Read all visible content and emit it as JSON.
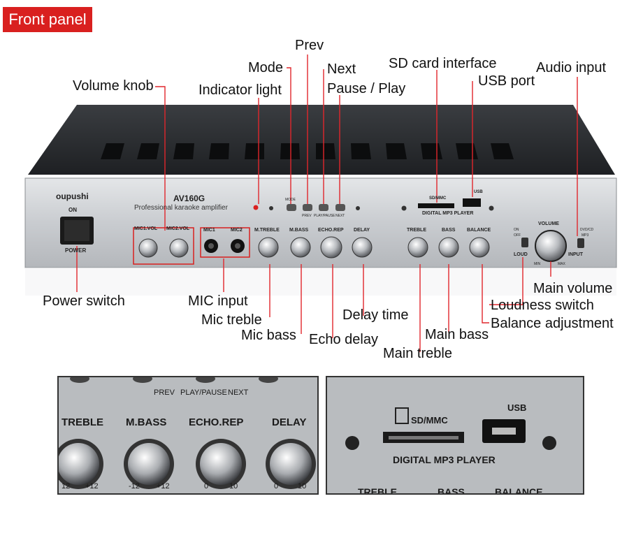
{
  "badge": "Front panel",
  "panel": {
    "brand": "oupushi",
    "model": "AV160G",
    "subtitle": "Professional karaoke amplifier",
    "on_text": "ON",
    "power_text": "POWER",
    "mic1_vol": "MIC1.VOL",
    "mic2_vol": "MIC2.VOL",
    "mic1": "MIC1",
    "mic2": "MIC2",
    "m_treble": "M.TREBLE",
    "m_bass": "M.BASS",
    "echo_rep": "ECHO.REP",
    "delay": "DELAY",
    "treble": "TREBLE",
    "bass": "BASS",
    "balance": "BALANCE",
    "volume": "VOLUME",
    "mode": "MODE",
    "prev": "PREV",
    "play_pause": "PLAY/PAUSE",
    "next": "NEXT",
    "sd_mmc": "SD/MMC",
    "usb": "USB",
    "mp3_player": "DIGITAL MP3 PLAYER",
    "input": "INPUT",
    "loud": "LOUD",
    "dvd_cd": "DVD/CD",
    "mp3": "MP3",
    "min": "MIN",
    "max": "MAX",
    "on_small": "ON",
    "off_small": "OFF"
  },
  "callouts": {
    "prev": "Prev",
    "mode": "Mode",
    "next": "Next",
    "pause_play": "Pause / Play",
    "sd_card": "SD card interface",
    "usb_port": "USB port",
    "audio_input": "Audio input",
    "volume_knob": "Volume knob",
    "indicator_light": "Indicator light",
    "power_switch": "Power switch",
    "mic_input": "MIC input",
    "mic_treble": "Mic treble",
    "mic_bass": "Mic bass",
    "echo_delay": "Echo delay",
    "delay_time": "Delay time",
    "main_treble": "Main treble",
    "main_bass": "Main bass",
    "balance_adjustment": "Balance adjustment",
    "loudness_switch": "Loudness switch",
    "main_volume": "Main volume"
  },
  "zoom_left": {
    "prev": "PREV",
    "play_pause": "PLAY/PAUSE",
    "next": "NEXT",
    "treble": "TREBLE",
    "m_bass": "M.BASS",
    "echo_rep": "ECHO.REP",
    "delay": "DELAY",
    "s1a": "12",
    "s1b": "+12",
    "s2a": "-12",
    "s2b": "+12",
    "s3a": "0",
    "s3b": "10",
    "s4a": "0",
    "s4b": "10"
  },
  "zoom_right": {
    "sd_mmc": "SD/MMC",
    "usb": "USB",
    "mp3_player": "DIGITAL MP3 PLAYER",
    "treble": "TREBLE",
    "bass": "BASS",
    "balance": "BALANCE"
  },
  "colors": {
    "accent_red": "#d9201f",
    "leader_red": "#e0262c",
    "panel_silver": "#c8cbce",
    "chassis_dark": "#2b2d30"
  }
}
